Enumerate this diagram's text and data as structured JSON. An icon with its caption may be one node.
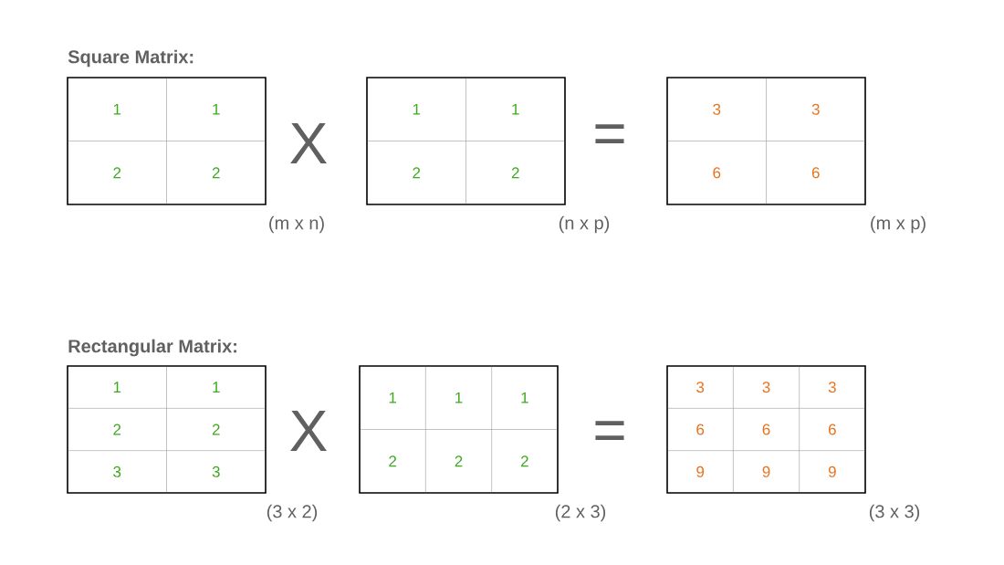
{
  "diagram": {
    "nodes": [
      {
        "text": [
          "1",
          "1",
          "2",
          "2"
        ],
        "beside": [
          "(m x n)"
        ]
      },
      {
        "text": [
          "1",
          "1",
          "2",
          "2"
        ],
        "beside": [
          "(n x p)"
        ]
      },
      {
        "text": [
          "3",
          "3",
          "6",
          "6"
        ],
        "beside": [
          "(m x p)"
        ]
      },
      {
        "text": [
          "1",
          "1",
          "2",
          "2",
          "3",
          "3"
        ],
        "beside": [
          "(3 x 2)"
        ]
      },
      {
        "text": [
          "1",
          "1",
          "1",
          "2",
          "2",
          "2"
        ],
        "beside": [
          "(2 x 3)"
        ]
      },
      {
        "text": [
          "3",
          "3",
          "3",
          "6",
          "6",
          "6",
          "9",
          "9",
          "9"
        ],
        "beside": [
          "(3 x 3)"
        ]
      }
    ],
    "labels": [
      "Square Matrix:",
      "X",
      "=",
      "Rectangular Matrix:",
      "X",
      "="
    ]
  }
}
